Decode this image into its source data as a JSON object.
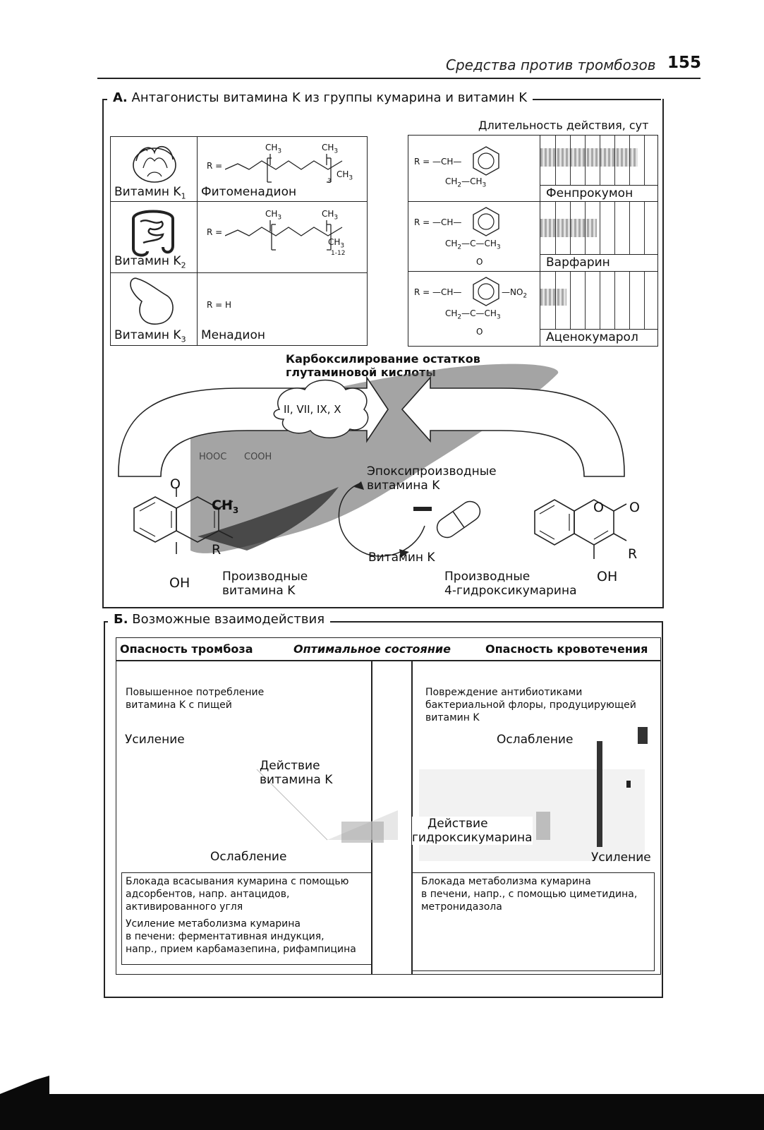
{
  "header": {
    "title": "Средства против тромбозов",
    "page_number": "155"
  },
  "sectionA": {
    "letter": "А.",
    "title": "Антагонисты витамина K из группы кумарина и витамин K",
    "duration_label": "Длительность действия, сут",
    "vitamins": [
      {
        "name": "Витамин K",
        "sub": "1",
        "compound": "Фитоменадион",
        "r_prefix": "R =",
        "ch3a": "CH",
        "ch3b": "CH",
        "ch3c": "CH",
        "idx": "3",
        "mult": "3"
      },
      {
        "name": "Витамин K",
        "sub": "2",
        "compound": "",
        "r_prefix": "R =",
        "ch3a": "CH",
        "ch3b": "CH",
        "ch3c": "CH",
        "idx": "3",
        "mult": "1-12"
      },
      {
        "name": "Витамин K",
        "sub": "3",
        "compound": "Менадион",
        "r_prefix": "R = H"
      }
    ],
    "coumarins": [
      {
        "name": "Фенпрокумон",
        "r_prefix": "R = —CH—",
        "line2": "CH",
        "line2b": "—CH",
        "duration_fraction": 0.83
      },
      {
        "name": "Варфарин",
        "r_prefix": "R = —CH—",
        "line2": "CH",
        "line2b": "—C—CH",
        "o": "O",
        "duration_fraction": 0.48
      },
      {
        "name": "Аценокумарол",
        "r_prefix": "R = —CH—",
        "no2": "—NO",
        "line2": "CH",
        "line2b": "—C—CH",
        "o": "O",
        "duration_fraction": 0.22
      }
    ],
    "carbox_line1": "Карбоксилирование остатков",
    "carbox_line2": "глутаминовой кислоты",
    "factors": "II, VII, IX,  X",
    "hooc": "HOOC",
    "cooh": "COOH",
    "epoxide_line1": "Эпоксипроизводные",
    "epoxide_line2": "витамина K",
    "vitamin_k": "Витамин K",
    "deriv_k_line1": "Производные",
    "deriv_k_line2": "витамина K",
    "deriv_hc_line1": "Производные",
    "deriv_hc_line2": "4-гидроксикумарина",
    "o_label": "O",
    "oh_label": "OH",
    "ch3_label": "CH",
    "sub3": "3",
    "sub2": "2",
    "r_label": "R"
  },
  "sectionB": {
    "letter": "Б.",
    "title": "Возможные взаимодействия",
    "col_left": "Опасность тромбоза",
    "col_mid": "Оптимальное состояние",
    "col_right": "Опасность кровотечения",
    "left_top_1": "Повышенное потребление",
    "left_top_2": "витамина K с пищей",
    "left_increase": "Усиление",
    "vitk_action_1": "Действие",
    "vitk_action_2": "витамина K",
    "left_decrease": "Ослабление",
    "left_bottom": [
      "Блокада всасывания кумарина с помощью",
      "адсорбентов, напр. антацидов,",
      "активированного угля",
      "Усиление метаболизма кумарина",
      "в печени: ферментативная индукция,",
      "напр., прием карбамазепина, рифампицина"
    ],
    "right_top": [
      "Повреждение антибиотиками",
      "бактериальной флоры, продуцирующей",
      "витамин K"
    ],
    "right_decrease": "Ослабление",
    "hc_action_1": "Действие",
    "hc_action_2": "гидроксикумарина",
    "right_increase": "Усиление",
    "right_bottom": [
      "Блокада метаболизма кумарина",
      "в печени, напр., с помощью циметидина,",
      "метронидазола"
    ]
  }
}
